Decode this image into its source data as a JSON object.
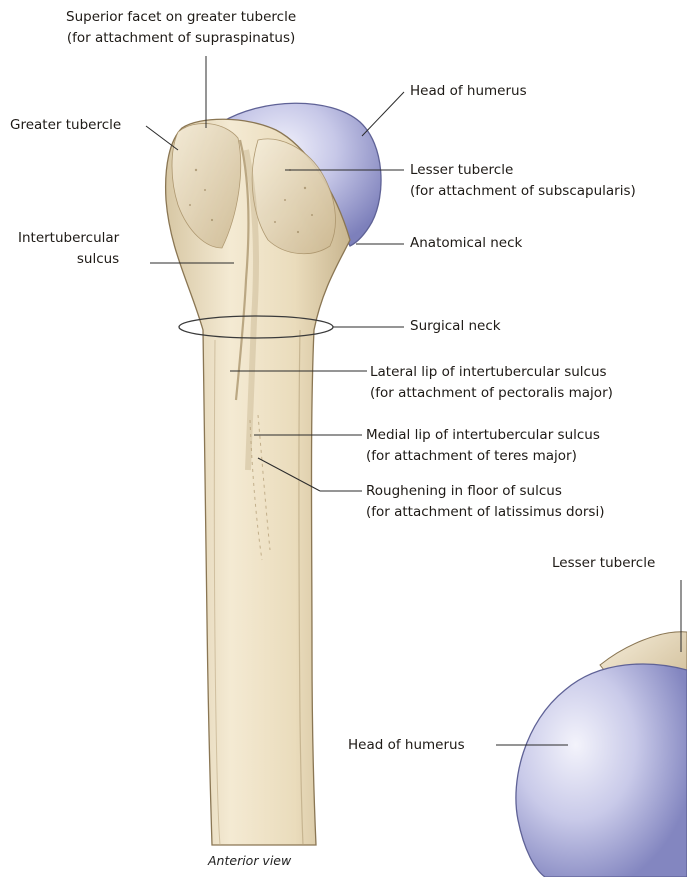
{
  "figure": {
    "labels": {
      "superior_facet": [
        "Superior facet on greater tubercle",
        "(for attachment of supraspinatus)"
      ],
      "head_of_humerus": "Head of humerus",
      "greater_tubercle": "Greater tubercle",
      "lesser_tubercle": [
        "Lesser tubercle",
        "(for attachment of subscapularis)"
      ],
      "intertubercular_sulcus": [
        "Intertubercular",
        "sulcus"
      ],
      "anatomical_neck": "Anatomical neck",
      "surgical_neck": "Surgical neck",
      "lateral_lip": [
        "Lateral lip of intertubercular sulcus",
        "(for attachment of pectoralis major)"
      ],
      "medial_lip": [
        "Medial lip of intertubercular sulcus",
        "(for attachment of teres major)"
      ],
      "roughening": [
        "Roughening in floor of sulcus",
        "(for attachment of latissimus dorsi)"
      ],
      "lesser_tubercle_superior": "Lesser tubercle",
      "head_of_humerus_superior": "Head of humerus"
    },
    "caption": "Anterior view"
  },
  "colors": {
    "bone": "#ede1c6",
    "bone_shadow": "#c9b693",
    "bone_outline": "#8a7653",
    "head_cartilage": "#bcbde2",
    "head_cartilage_dark": "#7c7fb8",
    "leader_line": "#2b2b2b"
  }
}
